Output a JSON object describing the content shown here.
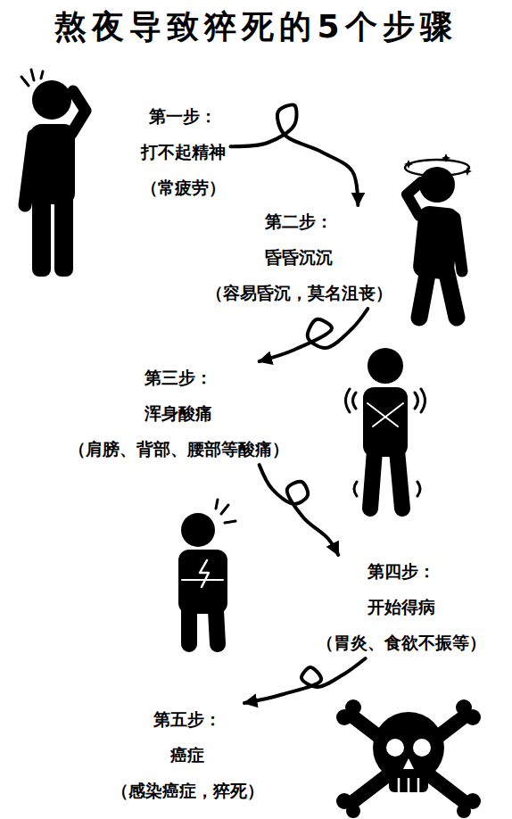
{
  "diagram": {
    "title": "熬夜导致猝死的5个步骤",
    "nodes": [
      {
        "text": [
          "第一步：",
          "打不起精神",
          "（常疲劳）"
        ]
      },
      {
        "text": [
          "第二步：",
          "昏昏沉沉",
          "（容易昏沉，莫名沮丧）"
        ]
      },
      {
        "text": [
          "第三步：",
          "浑身酸痛",
          "（肩膀、背部、腰部等酸痛）"
        ]
      },
      {
        "text": [
          "第四步：",
          "开始得病",
          "（胃炎、食欲不振等）"
        ]
      },
      {
        "text": [
          "第五步：",
          "癌症",
          "（感染癌症，猝死）"
        ]
      }
    ],
    "edges": [
      {
        "from": 0,
        "to": 1,
        "arrow": "to"
      },
      {
        "from": 1,
        "to": 2,
        "arrow": "to"
      },
      {
        "from": 2,
        "to": 3,
        "arrow": "to"
      },
      {
        "from": 3,
        "to": 4,
        "arrow": "to"
      }
    ]
  }
}
